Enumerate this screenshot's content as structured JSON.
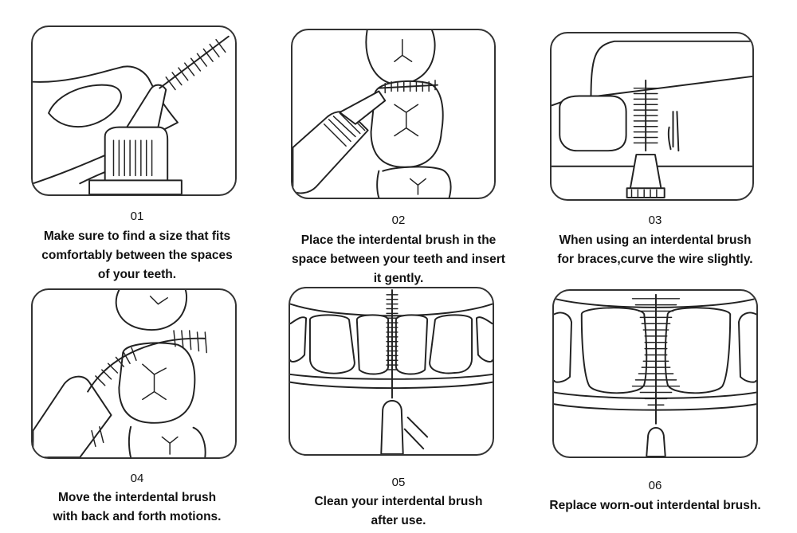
{
  "steps": [
    {
      "number": "01",
      "lines": [
        "Make sure to find a size that fits",
        "comfortably between the spaces",
        "of your teeth."
      ],
      "icon": "finding-brush-size-illustration"
    },
    {
      "number": "02",
      "lines": [
        "Place the interdental brush in the",
        "space between your teeth and insert",
        "it gently."
      ],
      "icon": "inserting-brush-illustration"
    },
    {
      "number": "03",
      "lines": [
        "When using an interdental brush",
        "for braces,curve the wire slightly."
      ],
      "icon": "braces-brush-illustration"
    },
    {
      "number": "04",
      "lines": [
        "Move the interdental brush",
        "with back and forth motions."
      ],
      "icon": "back-forth-motion-illustration"
    },
    {
      "number": "05",
      "lines": [
        "Clean your interdental brush",
        "after use."
      ],
      "icon": "cleaning-brush-illustration"
    },
    {
      "number": "06",
      "lines": [
        "Replace worn-out interdental brush."
      ],
      "icon": "replace-brush-illustration"
    }
  ]
}
